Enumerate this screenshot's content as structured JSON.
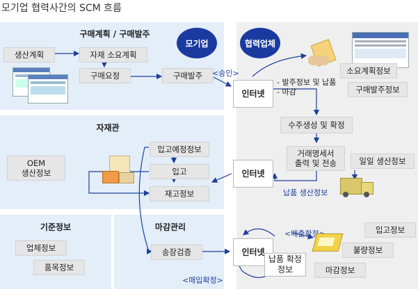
{
  "title": "모기업 협력사간의 SCM 흐름",
  "sections": {
    "purchase": "구매계획 / 구매발주",
    "material": "자재관",
    "master": "기준정보",
    "closing": "마감관리"
  },
  "badges": {
    "parent": "모기업",
    "partner": "협력업체"
  },
  "boxes": {
    "production_plan": "생산계획",
    "material_req_plan": "자재 소요계획",
    "purchase_request": "구매요청",
    "purchase_order": "구매발주",
    "oem_production": "OEM\n생산정보",
    "receipt_schedule": "입고예정정보",
    "receipt": "입고",
    "inventory": "재고정보",
    "vendor_info": "업체정보",
    "item_info": "품목정보",
    "invoice_check": "송장검증",
    "internet1": "인터넷",
    "internet2": "인터넷",
    "internet3": "인터넷",
    "order_create": "수주생성 및 확정",
    "statement_print": "거래명세서\n출력 및 전송",
    "daily_production": "일일 생산정보",
    "delivery_confirm": "납품 확정\n정보",
    "req_plan_info": "소요계획정보",
    "po_info": "구매발주정보",
    "receipt_info": "입고정보",
    "defect_info": "불량정보",
    "closing_info": "마감정보"
  },
  "labels": {
    "approval": "<승인>",
    "po_delivery": "- 발주정보 및 납품",
    "closing": "- 마감",
    "delivery_production": "납품 생산정보",
    "sales_confirm": "<매출확정>",
    "purchase_confirm": "<매입확정>"
  },
  "colors": {
    "panel_blue": "#e3eef9",
    "panel_gray": "#efefef",
    "badge": "#1b3aa0",
    "arrow": "#1e3f9a"
  }
}
